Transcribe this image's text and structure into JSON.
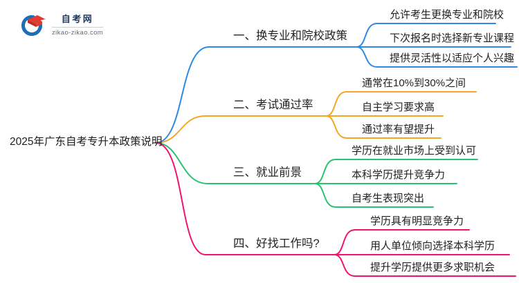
{
  "logo": {
    "site_name": "自考网",
    "domain": "zikao-zikao.com"
  },
  "root_label": "2025年广东自考专升本政策说明",
  "colors": {
    "branch1_blue": "#2E89E5",
    "branch2_orange": "#F5A623",
    "branch3_green": "#27C46F",
    "bran4_pink": "#F2136F",
    "logo_crescent_blue": "#1A6FB5",
    "logo_cap_red": "#E23B30",
    "text": "#1E1E1E"
  },
  "branches": [
    {
      "label": "一、换专业和院校政策",
      "color": "#2E89E5",
      "children": [
        "允许考生更换专业和院校",
        "下次报名时选择新专业课程",
        "提供灵活性以适应个人兴趣"
      ]
    },
    {
      "label": "二、考试通过率",
      "color": "#F5A623",
      "children": [
        "通常在10%到30%之间",
        "自主学习要求高",
        "通过率有望提升"
      ]
    },
    {
      "label": "三、就业前景",
      "color": "#27C46F",
      "children": [
        "学历在就业市场上受到认可",
        "本科学历提升竞争力",
        "自考生表现突出"
      ]
    },
    {
      "label": "四、好找工作吗?",
      "color": "#F2136F",
      "children": [
        "学历具有明显竞争力",
        "用人单位倾向选择本科学历",
        "提升学历提供更多求职机会"
      ]
    }
  ]
}
